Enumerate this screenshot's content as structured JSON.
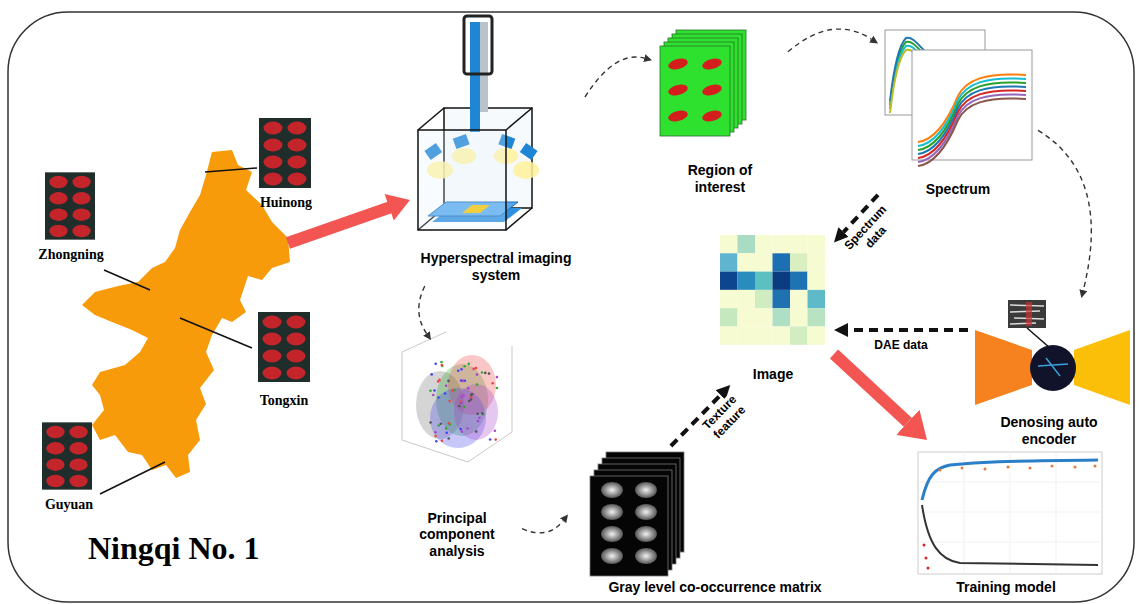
{
  "diagram": {
    "nodes": [
      {
        "text": [
          "Huinong"
        ]
      },
      {
        "text": [
          "Zhongning"
        ]
      },
      {
        "text": [
          "Tongxin"
        ]
      },
      {
        "text": [
          "Guyuan"
        ]
      },
      {
        "text": [
          "Hyperspectral imaging system"
        ]
      },
      {
        "text": [
          "Region of interest"
        ]
      },
      {
        "text": [
          "Spectrum"
        ]
      },
      {
        "text": [
          "Image"
        ]
      },
      {
        "text": [
          "Denosing auto encoder"
        ]
      },
      {
        "text": [
          "Principal component analysis"
        ]
      },
      {
        "text": [
          "Gray level co-occurrence matrix"
        ]
      },
      {
        "text": [
          "Training model"
        ]
      }
    ],
    "edges": [
      {
        "from": 4,
        "to": 5,
        "arrow": "to"
      },
      {
        "from": 5,
        "to": 6,
        "arrow": "to"
      },
      {
        "from": 6,
        "to": 8,
        "arrow": "to"
      },
      {
        "from": 6,
        "to": 7,
        "label": "Spectrum data",
        "arrow": "to"
      },
      {
        "from": 8,
        "to": 7,
        "label": "DAE data",
        "arrow": "to"
      },
      {
        "from": 10,
        "to": 7,
        "label": "Texture feature",
        "arrow": "to"
      },
      {
        "from": 4,
        "to": 9,
        "arrow": "to"
      },
      {
        "from": 9,
        "to": 10,
        "arrow": "to"
      },
      {
        "from": 7,
        "to": 11,
        "arrow": "to"
      }
    ],
    "labels": [
      "Ningqi No. 1"
    ]
  }
}
